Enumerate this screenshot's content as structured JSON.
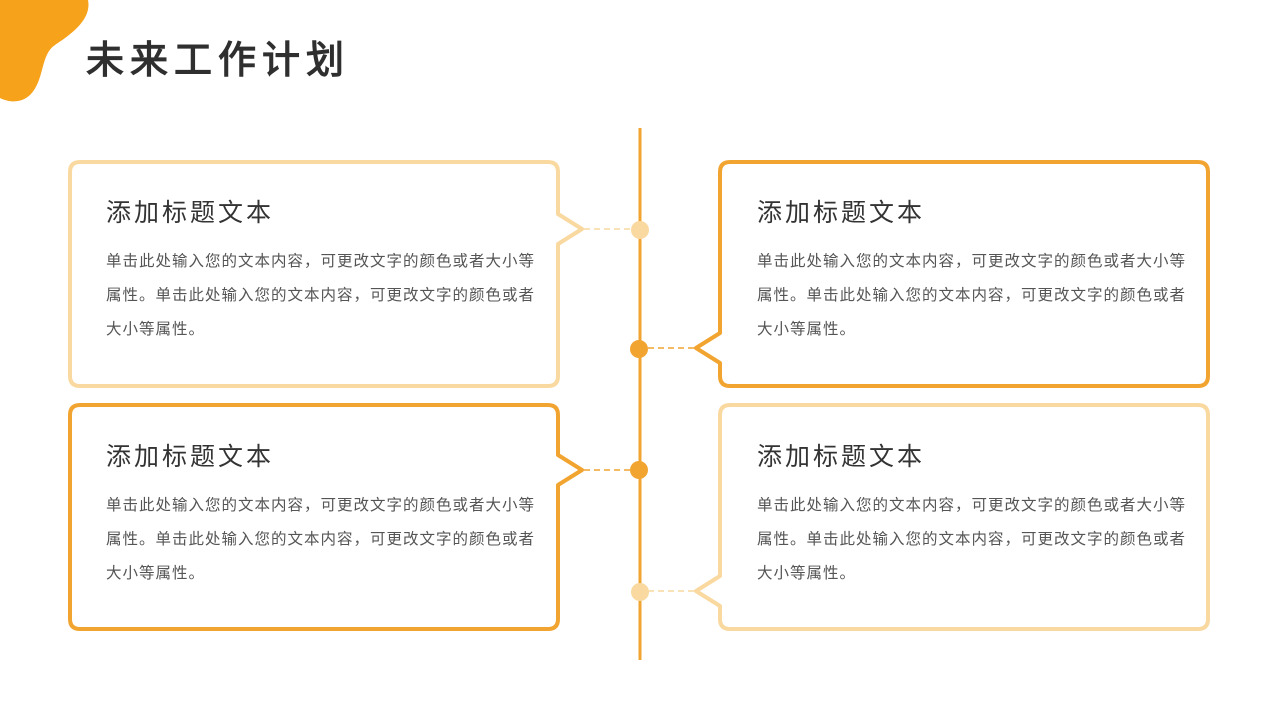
{
  "page": {
    "title": "未来工作计划",
    "accent_color": "#f2a431",
    "light_accent_color": "#f9d9a0"
  },
  "cards": [
    {
      "heading": "添加标题文本",
      "body": "单击此处输入您的文本内容，可更改文字的颜色或者大小等属性。单击此处输入您的文本内容，可更改文字的颜色或者大小等属性。"
    },
    {
      "heading": "添加标题文本",
      "body": "单击此处输入您的文本内容，可更改文字的颜色或者大小等属性。单击此处输入您的文本内容，可更改文字的颜色或者大小等属性。"
    },
    {
      "heading": "添加标题文本",
      "body": "单击此处输入您的文本内容，可更改文字的颜色或者大小等属性。单击此处输入您的文本内容，可更改文字的颜色或者大小等属性。"
    },
    {
      "heading": "添加标题文本",
      "body": "单击此处输入您的文本内容，可更改文字的颜色或者大小等属性。单击此处输入您的文本内容，可更改文字的颜色或者大小等属性。"
    }
  ]
}
